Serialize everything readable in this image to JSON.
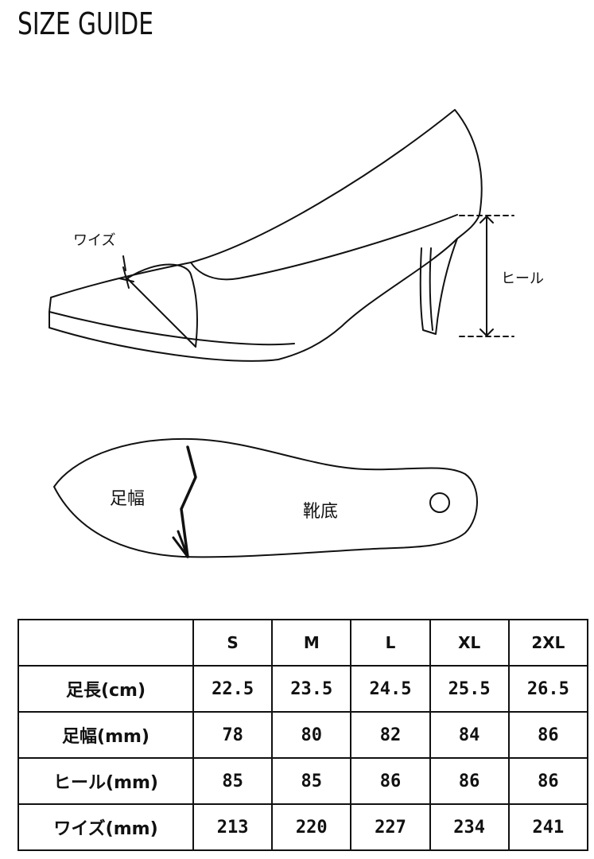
{
  "page": {
    "title": "SIZE GUIDE"
  },
  "illustration": {
    "wise_label": "ワイズ",
    "heel_label": "ヒール",
    "foot_width_label": "足幅",
    "sole_label": "靴底"
  },
  "table": {
    "headers": [
      "",
      "S",
      "M",
      "L",
      "XL",
      "2XL"
    ],
    "rows": [
      {
        "label": "足長(cm)",
        "values": [
          "22.5",
          "23.5",
          "24.5",
          "25.5",
          "26.5"
        ]
      },
      {
        "label": "足幅(mm)",
        "values": [
          "78",
          "80",
          "82",
          "84",
          "86"
        ]
      },
      {
        "label": "ヒール(mm)",
        "values": [
          "85",
          "85",
          "86",
          "86",
          "86"
        ]
      },
      {
        "label": "ワイズ(mm)",
        "values": [
          "213",
          "220",
          "227",
          "234",
          "241"
        ]
      }
    ]
  }
}
